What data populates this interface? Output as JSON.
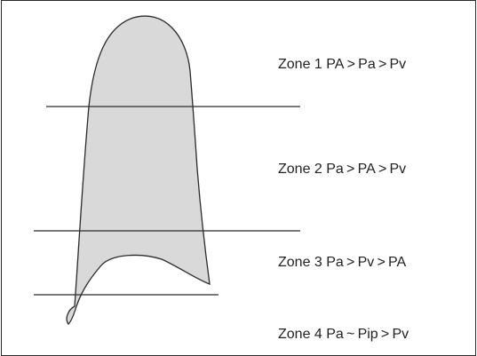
{
  "zones": [
    {
      "label": "Zone 1  PA > Pa > Pv"
    },
    {
      "label": "Zone 2  Pa > PA > Pv"
    },
    {
      "label": "Zone 3  Pa > Pv > PA"
    },
    {
      "label": "Zone 4  Pa ~ Pip > Pv"
    }
  ],
  "colors": {
    "lung_fill": "#d9d9d9",
    "lung_stroke": "#2b2b2b",
    "line": "#2b2b2b",
    "text": "#222222"
  }
}
